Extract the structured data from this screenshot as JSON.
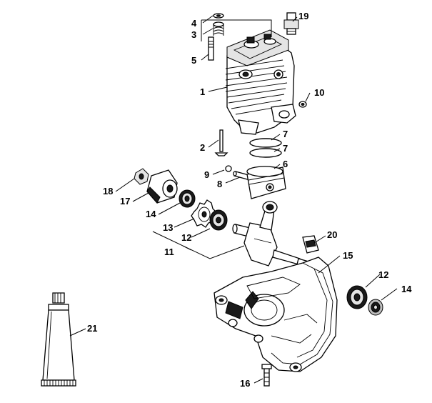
{
  "callouts": {
    "c1": "1",
    "c2": "2",
    "c3": "3",
    "c4": "4",
    "c5": "5",
    "c6": "6",
    "c7a": "7",
    "c7b": "7",
    "c8": "8",
    "c9": "9",
    "c10": "10",
    "c11": "11",
    "c12a": "12",
    "c12b": "12",
    "c13": "13",
    "c14a": "14",
    "c14b": "14",
    "c15": "15",
    "c16": "16",
    "c17": "17",
    "c18": "18",
    "c19": "19",
    "c20": "20",
    "c21": "21"
  },
  "icons": {
    "cylinder": "cylinder-icon",
    "piston": "piston-icon",
    "crankshaft": "crankshaft-icon",
    "crankcase": "crankcase-icon",
    "tube": "grease-tube-icon"
  }
}
